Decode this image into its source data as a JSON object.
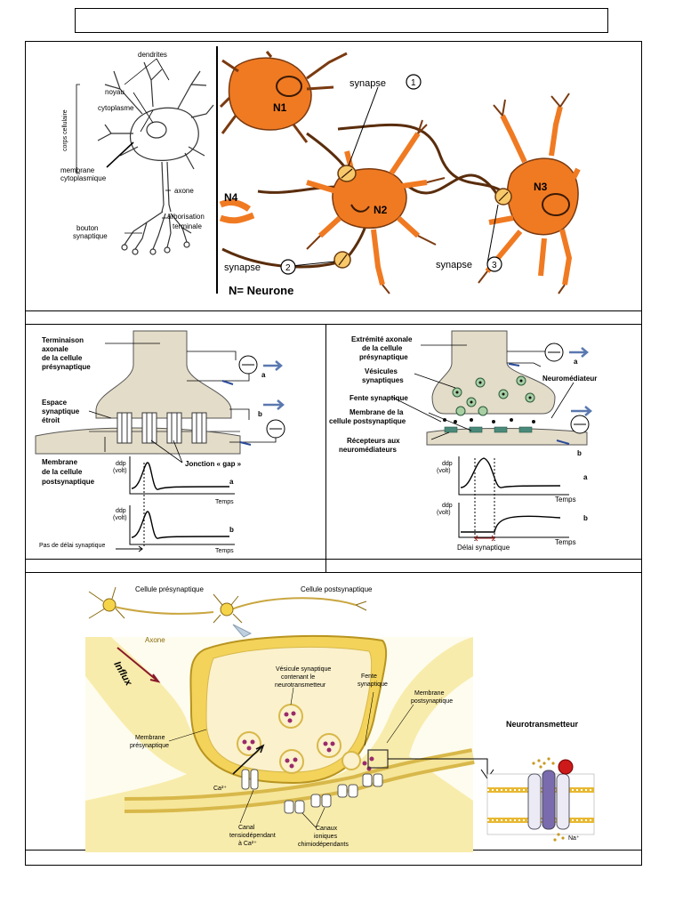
{
  "title_box": {
    "text": ""
  },
  "panel1": {
    "neuron_schema": {
      "dendrites": "dendrites",
      "noyau": "noyau",
      "corps_cellulaire": "corps cellulaire",
      "cytoplasme": "cytoplasme",
      "membrane": "membrane",
      "cytoplasmique": "cytoplasmique",
      "axone": "axone",
      "arborisation": "arborisation",
      "terminale": "terminale",
      "bouton": "bouton",
      "synaptique": "synaptique"
    },
    "network": {
      "n1": "N1",
      "n2": "N2",
      "n3": "N3",
      "n4": "N4",
      "synapse1": "synapse",
      "synapse1_num": "1",
      "synapse2": "synapse",
      "synapse2_num": "2",
      "synapse3": "synapse",
      "synapse3_num": "3",
      "legend": "N= Neurone"
    }
  },
  "panel2": {
    "labels": {
      "terminaison": "Terminaison",
      "axonale": "axonale",
      "de_la_cellule": "de la cellule",
      "presynaptique": "présynaptique",
      "espace": "Espace",
      "synaptique": "synaptique",
      "etroit": "étroit",
      "membrane": "Membrane",
      "de_la_cellule2": "de la cellule",
      "postsynaptique": "postsynaptique",
      "jonction": "Jonction « gap »",
      "a": "a",
      "b": "b",
      "ddp": "ddp",
      "volt": "(volt)",
      "temps": "Temps",
      "pas_delai": "Pas de délai synaptique"
    }
  },
  "panel3": {
    "labels": {
      "extremite": "Extrémité axonale",
      "de_la_cellule": "de la cellule",
      "presynaptique": "présynaptique",
      "vesicules": "Vésicules",
      "synaptiques": "synaptiques",
      "neuromediateur": "Neuromédiateur",
      "fente": "Fente synaptique",
      "membrane_de_la": "Membrane de la",
      "cellule_post": "cellule postsynaptique",
      "recepteurs": "Récepteurs aux",
      "neuromediateurs": "neuromédiateurs",
      "a": "a",
      "b": "b",
      "ddp": "ddp",
      "volt": "(volt)",
      "temps": "Temps",
      "delai": "Délai synaptique"
    }
  },
  "panel4": {
    "labels": {
      "cellule_pre": "Cellule présynaptique",
      "cellule_post": "Cellule postsynaptique",
      "axone": "Axone",
      "influx": "Influx",
      "vesicule1": "Vésicule synaptique",
      "vesicule2": "contenant le",
      "vesicule3": "neurotransmetteur",
      "fente1": "Fente",
      "fente2": "synaptique",
      "membrane_post1": "Membrane",
      "membrane_post2": "postsynaptique",
      "membrane_pre1": "Membrane",
      "membrane_pre2": "présynaptique",
      "ca": "Ca²⁺",
      "canal1": "Canal",
      "canal2": "tensiodépendant",
      "canal3": "à Ca²⁺",
      "canaux1": "Canaux",
      "canaux2": "ioniques",
      "canaux3": "chimiodépendants",
      "neurotransmetteur": "Neurotransmetteur",
      "na": "Na⁺"
    }
  }
}
